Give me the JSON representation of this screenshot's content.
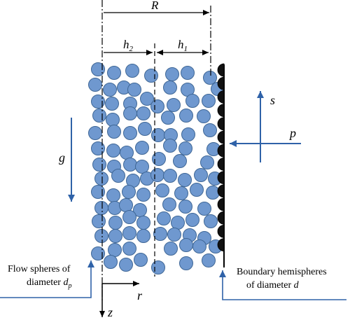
{
  "labels": {
    "R": "R",
    "h2_base": "h",
    "h2_sub": "2",
    "h1_base": "h",
    "h1_sub": "1",
    "g": "g",
    "s": "s",
    "p": "p",
    "r": "r",
    "z": "z"
  },
  "captions": {
    "flow_line1": "Flow spheres of",
    "flow_line2": "diameter ",
    "flow_symbol": "d",
    "flow_sub": "p",
    "boundary_line1": "Boundary hemispheres",
    "boundary_line2": "of diameter ",
    "boundary_symbol": "d"
  },
  "colors": {
    "flow_sphere": "#6f98cf",
    "sphere_stroke": "#3f6796",
    "hemisphere": "#111111",
    "pointer_line": "#2f62a8",
    "axis": "#000000"
  }
}
